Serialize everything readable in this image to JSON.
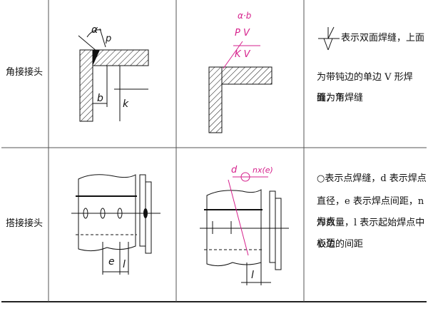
{
  "rows": [
    {
      "label": "角接接头",
      "figure_labels": {
        "alpha": "α",
        "p": "p",
        "b": "b",
        "k": "k"
      },
      "annotation": {
        "line1": "α·b",
        "line2": "P V",
        "line3": "K V"
      },
      "description_lines": [
        "表示双面焊缝，上面",
        "为带钝边的单边 V 形焊缝，下",
        "面为角焊缝"
      ]
    },
    {
      "label": "搭接接头",
      "figure_labels": {
        "e": "e",
        "l": "l",
        "l2": "l"
      },
      "annotation": {
        "d": "d",
        "nxe": "nx(e)"
      },
      "description_lines": [
        "○表示点焊缝，d 表示焊点",
        "直径，e 表示焊点间距，n 为点",
        "焊数量，l 表示起始焊点中心至",
        "板边的间距"
      ]
    }
  ]
}
